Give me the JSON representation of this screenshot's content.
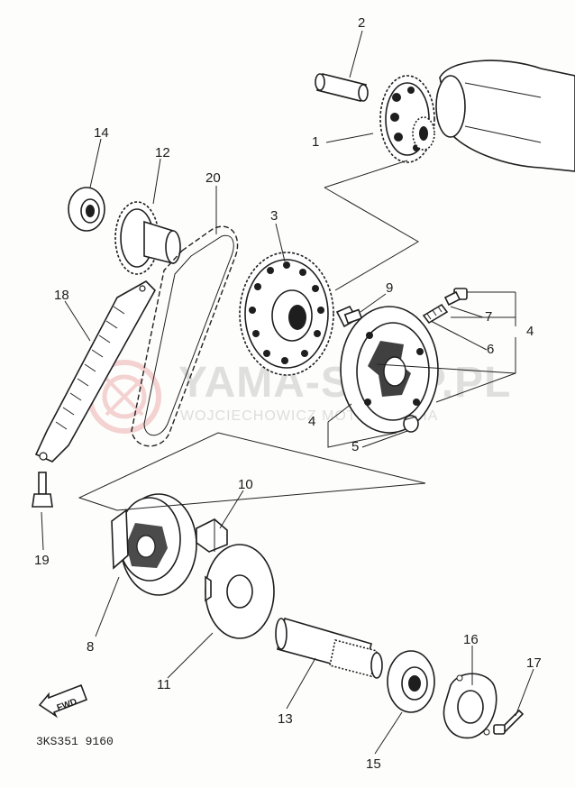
{
  "diagram": {
    "callouts": [
      {
        "id": "1",
        "label": "1"
      },
      {
        "id": "2",
        "label": "2"
      },
      {
        "id": "3",
        "label": "3"
      },
      {
        "id": "4a",
        "label": "4"
      },
      {
        "id": "4b",
        "label": "4"
      },
      {
        "id": "5",
        "label": "5"
      },
      {
        "id": "6",
        "label": "6"
      },
      {
        "id": "7",
        "label": "7"
      },
      {
        "id": "8",
        "label": "8"
      },
      {
        "id": "9",
        "label": "9"
      },
      {
        "id": "10",
        "label": "10"
      },
      {
        "id": "11",
        "label": "11"
      },
      {
        "id": "12",
        "label": "12"
      },
      {
        "id": "13",
        "label": "13"
      },
      {
        "id": "14",
        "label": "14"
      },
      {
        "id": "15",
        "label": "15"
      },
      {
        "id": "16",
        "label": "16"
      },
      {
        "id": "17",
        "label": "17"
      },
      {
        "id": "18",
        "label": "18"
      },
      {
        "id": "19",
        "label": "19"
      },
      {
        "id": "20",
        "label": "20"
      }
    ],
    "direction_arrow": "FWD",
    "drawing_code": "3KS351 9160"
  },
  "watermark": {
    "logo_text": "YAMA-SHOP.PL",
    "sub_text": "WOJCIECHOWICZ MOTO YAMAHA",
    "color": "#c8c8c8",
    "logo_mark_color": "#e9a0a0"
  },
  "colors": {
    "ink": "#1e1e1e",
    "paper": "#fdfdfb"
  }
}
